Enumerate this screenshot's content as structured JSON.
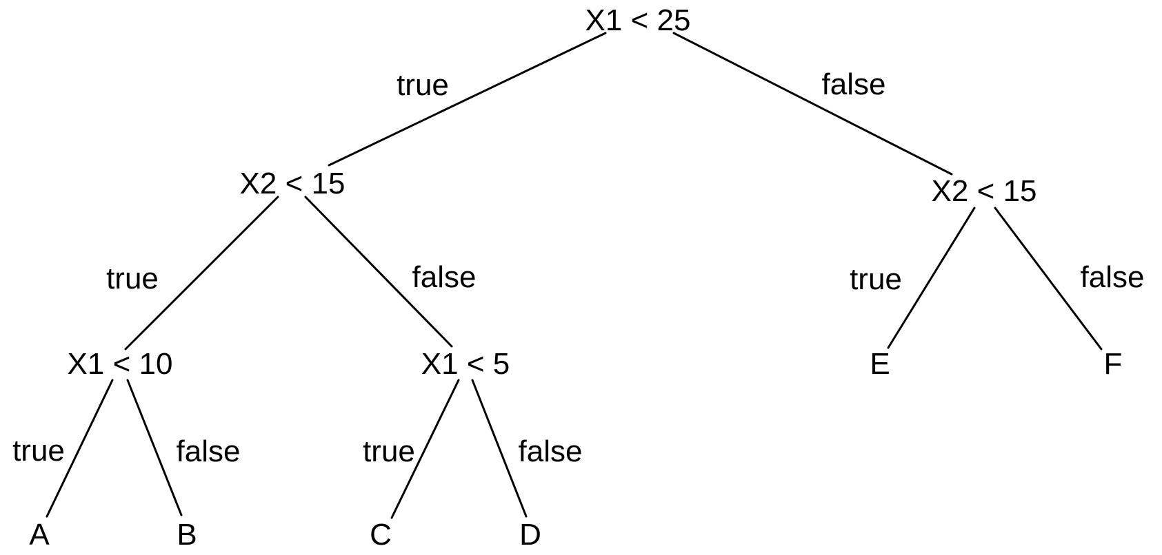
{
  "diagram": {
    "kind": "binary decision tree",
    "colors": {
      "background": "#ffffff",
      "line": "#000000",
      "text": "#000000"
    },
    "nodes": {
      "root": {
        "label": "X1 < 25"
      },
      "left": {
        "label": "X2 < 15"
      },
      "right": {
        "label": "X2 < 15"
      },
      "left_left": {
        "label": "X1 < 10"
      },
      "left_right": {
        "label": "X1 < 5"
      },
      "leaf_a": {
        "label": "A"
      },
      "leaf_b": {
        "label": "B"
      },
      "leaf_c": {
        "label": "C"
      },
      "leaf_d": {
        "label": "D"
      },
      "leaf_e": {
        "label": "E"
      },
      "leaf_f": {
        "label": "F"
      }
    },
    "edge_labels": {
      "root_left": "true",
      "root_right": "false",
      "left_to_ll": "true",
      "left_to_lr": "false",
      "ll_to_a": "true",
      "ll_to_b": "false",
      "lr_to_c": "true",
      "lr_to_d": "false",
      "right_to_e": "true",
      "right_to_f": "false"
    },
    "hierarchy": {
      "label": "X1 < 25",
      "children": [
        {
          "edge": "true",
          "label": "X2 < 15",
          "children": [
            {
              "edge": "true",
              "label": "X1 < 10",
              "children": [
                {
                  "edge": "true",
                  "label": "A"
                },
                {
                  "edge": "false",
                  "label": "B"
                }
              ]
            },
            {
              "edge": "false",
              "label": "X1 < 5",
              "children": [
                {
                  "edge": "true",
                  "label": "C"
                },
                {
                  "edge": "false",
                  "label": "D"
                }
              ]
            }
          ]
        },
        {
          "edge": "false",
          "label": "X2 < 15",
          "children": [
            {
              "edge": "true",
              "label": "E"
            },
            {
              "edge": "false",
              "label": "F"
            }
          ]
        }
      ]
    }
  }
}
